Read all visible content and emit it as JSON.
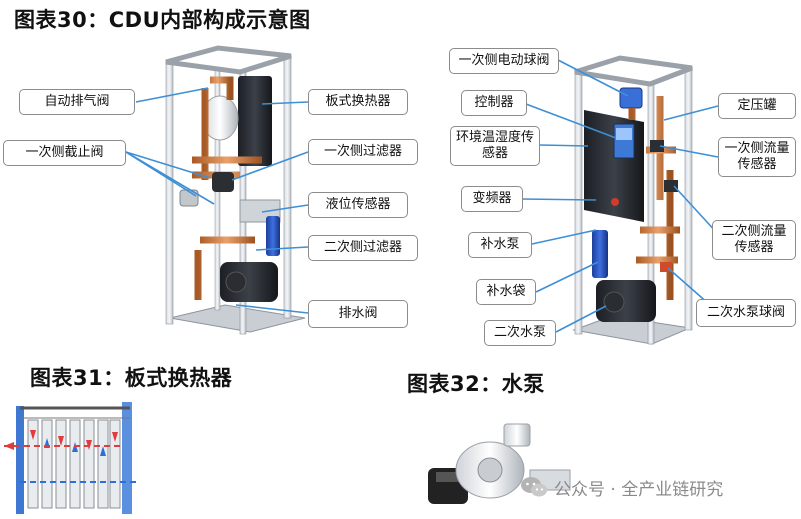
{
  "titles": {
    "fig30": "图表30：CDU内部构成示意图",
    "fig31": "图表31：板式换热器",
    "fig32": "图表32：水泵"
  },
  "left_labels": {
    "auto_vent": "自动排气阀",
    "primary_stop_valve": "一次侧截止阀",
    "plate_hx": "板式换热器",
    "primary_filter": "一次侧过滤器",
    "level_sensor": "液位传感器",
    "secondary_filter": "二次侧过滤器",
    "drain_valve": "排水阀"
  },
  "right_labels": {
    "primary_motor_ball_valve": "一次侧电动球阀",
    "controller": "控制器",
    "temp_humidity_sensor": "环境温湿度传感器",
    "vfd": "变频器",
    "makeup_pump": "补水泵",
    "makeup_bag": "补水袋",
    "secondary_pump": "二次水泵",
    "expansion_tank": "定压罐",
    "primary_flow_sensor": "一次侧流量传感器",
    "secondary_flow_sensor": "二次侧流量传感器",
    "secondary_pump_ball_valve": "二次水泵球阀"
  },
  "watermark": "公众号 · 全产业链研究",
  "colors": {
    "leader": "#3d8fd6",
    "hot": "#e23b3b",
    "cold": "#2c6fd8",
    "copper": "#c8793e"
  }
}
